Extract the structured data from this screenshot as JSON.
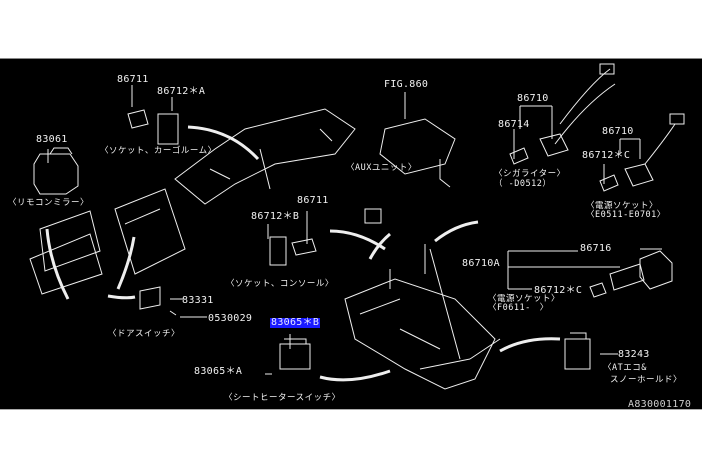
{
  "diagram": {
    "labels": {
      "p86711_a": "86711",
      "p86712_a": "86712＊A",
      "cap_socket_cargo": "〈ソケット、カーゴルーム〉",
      "p83061": "83061",
      "cap_remote_mirror": "〈リモコンミラー〉",
      "fig860": "FIG.860",
      "cap_aux": "〈AUXユニット〉",
      "p86710_a": "86710",
      "p86714": "86714",
      "cap_cigar_1": "〈シガライター〉",
      "cap_cigar_2": "（ -D0512）",
      "p86710_b": "86710",
      "p86712_c1": "86712＊C",
      "cap_power_1": "〈電源ソケット〉",
      "cap_power_2": "〈E0511-E0701〉",
      "p86711_b": "86711",
      "p86712_b": "86712＊B",
      "cap_socket_console": "〈ソケット、コンソール〉",
      "p83331": "83331",
      "p0530029": "0530029",
      "cap_door_switch": "〈ドアスイッチ〉",
      "p83065_b": "83065＊B",
      "p83065_a": "83065＊A",
      "cap_seat_heater": "〈シートヒータースイッチ〉",
      "p86716": "86716",
      "p86710a": "86710A",
      "p86712_c2": "86712＊C",
      "cap_power2_1": "〈電源ソケット〉",
      "cap_power2_2": "〈F0611-　〉",
      "p83243": "83243",
      "cap_at_1": "〈ATエコ&",
      "cap_at_2": "スノーホールド〉",
      "drawing_code": "A830001170"
    },
    "highlight_color": "#1a1aff"
  }
}
